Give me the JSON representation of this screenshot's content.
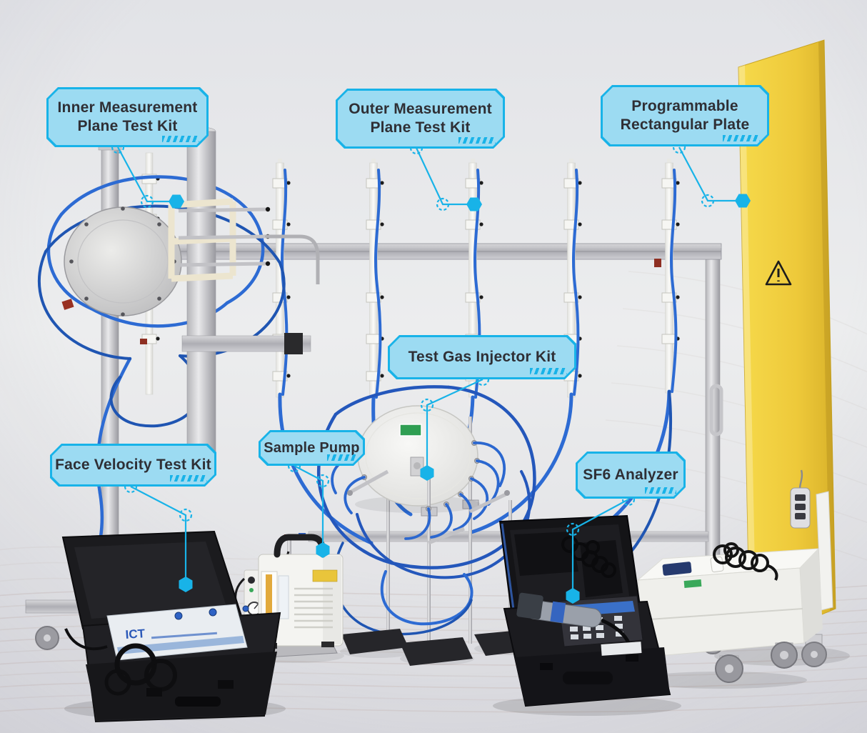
{
  "scene": {
    "description": "Laboratory containment test equipment set with annotated components",
    "background_color": "#e3e3e7",
    "accent_color": "#18b3e8",
    "callout_fill": "#aee0f3",
    "callout_text_color": "#2f2f35",
    "plate_color": "#eec93a",
    "tube_color": "#2b67cf"
  },
  "callouts": {
    "inner_measurement": {
      "text": "Inner Measurement\nPlane Test Kit"
    },
    "outer_measurement": {
      "text": "Outer Measurement\nPlane Test Kit"
    },
    "programmable_plate": {
      "text": "Programmable\nRectangular Plate"
    },
    "test_gas_injector": {
      "text": "Test Gas Injector Kit"
    },
    "sample_pump": {
      "text": "Sample Pump"
    },
    "face_velocity": {
      "text": "Face Velocity Test Kit"
    },
    "sf6_analyzer": {
      "text": "SF6 Analyzer"
    }
  },
  "equipment_markings": {
    "data_logger_brand": "ICT"
  },
  "icons": {
    "warning_triangle_icon": "⚠"
  }
}
